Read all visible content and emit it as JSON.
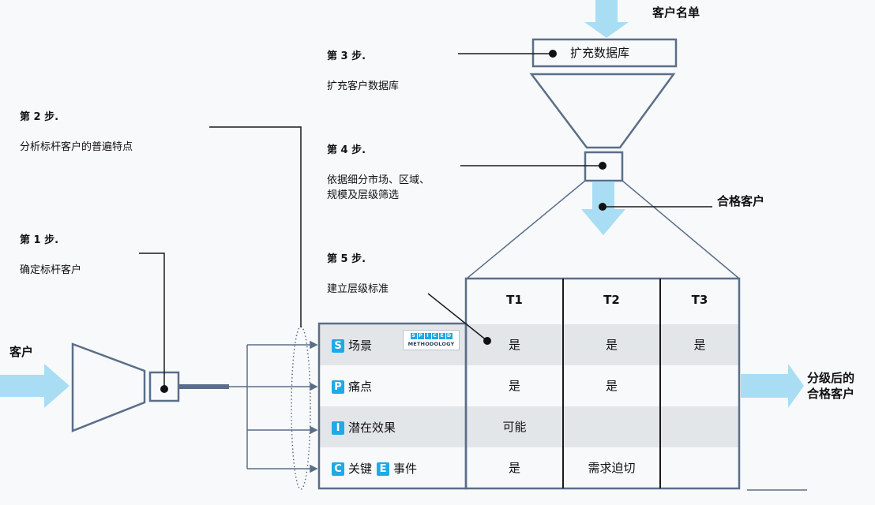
{
  "customer_list": "客户名单",
  "customers": "客户",
  "qualified": "合格客户",
  "graded_qualified": "分级后的\n合格客户",
  "steps": [
    {
      "title": "第 1 步.",
      "desc": "确定标杆客户"
    },
    {
      "title": "第 2 步.",
      "desc": "分析标杆客户的普遍特点"
    },
    {
      "title": "第 3 步.",
      "desc": "扩充客户数据库"
    },
    {
      "title": "第 4 步.",
      "desc": "依据细分市场、区域、\n规模及层级筛选"
    },
    {
      "title": "第 5 步.",
      "desc": "建立层级标准"
    }
  ],
  "expand_box": "扩充数据库",
  "table": {
    "headers": [
      "T1",
      "T2",
      "T3"
    ],
    "rows": [
      {
        "badge": "S",
        "label": "场景",
        "values": [
          "是",
          "是",
          "是"
        ]
      },
      {
        "badge": "P",
        "label": "痛点",
        "values": [
          "是",
          "是",
          ""
        ]
      },
      {
        "badge": "I",
        "label": "潜在效果",
        "values": [
          "可能",
          "",
          ""
        ]
      },
      {
        "badge": "C",
        "label": "关键",
        "badge2": "E",
        "label2": "事件",
        "values": [
          "是",
          "需求迫切",
          ""
        ]
      }
    ]
  },
  "spiced_logo": {
    "letters": [
      "S",
      "P",
      "I",
      "C",
      "E",
      "D"
    ],
    "word": "METHODOLOGY"
  },
  "colors": {
    "arrow": "#a9ddf3",
    "line": "#5b6e88",
    "badge": "#1fa9e6",
    "row_shade": "#e3e6e9"
  }
}
